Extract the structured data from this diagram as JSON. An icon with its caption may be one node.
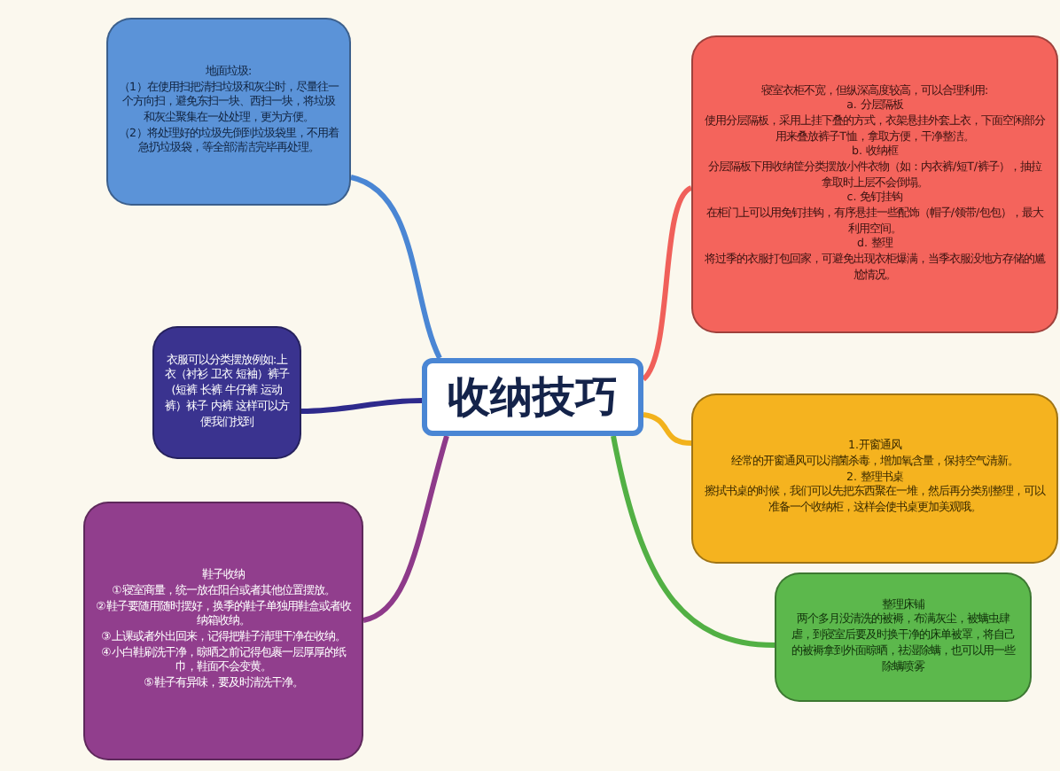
{
  "diagram": {
    "nodes": [
      {
        "text": [
          "收纳技巧"
        ]
      },
      {
        "text": [
          "地面垃圾:",
          "（1）在使用扫把清扫垃圾和灰尘时，尽量往一个方向扫，避免东扫一块、西扫一块，将垃圾和灰尘聚集在一处处理，更为方便。",
          "（2）将处理好的垃圾先倒到垃圾袋里，不用着急扔垃圾袋，等全部清洁完毕再处理。"
        ]
      },
      {
        "text": [
          "寝室衣柜不宽，但纵深高度较高，可以合理利用:",
          "a. 分层隔板",
          "使用分层隔板，采用上挂下叠的方式，衣架悬挂外套上衣，下面空闲部分用来叠放裤子T恤，拿取方便，干净整洁。",
          "b. 收纳框",
          "分层隔板下用收纳筐分类摆放小件衣物（如：内衣裤/短T/裤子），抽拉拿取时上层不会倒塌。",
          "c. 免钉挂钩",
          "在柜门上可以用免钉挂钩，有序悬挂一些配饰（帽子/领带/包包），最大利用空间。",
          "d. 整理",
          "将过季的衣服打包回家，可避免出现衣柜爆满，当季衣服没地方存储的尴尬情况。"
        ]
      },
      {
        "text": [
          "衣服可以分类摆放例如:上衣（衬衫 卫衣 短袖）裤子(短裤 长裤 牛仔裤 运动裤）袜子 内裤 这样可以方便我们找到"
        ]
      },
      {
        "text": [
          "1.开窗通风",
          "经常的开窗通风可以消菌杀毒，增加氧含量，保持空气清新。",
          "2. 整理书桌",
          "擦拭书桌的时候，我们可以先把东西聚在一堆，然后再分类别整理，可以准备一个收纳柜，这样会使书桌更加美观哦。"
        ]
      },
      {
        "text": [
          "鞋子收纳",
          "①寝室商量，统一放在阳台或者其他位置摆放。",
          "②鞋子要随用随时摆好，换季的鞋子单独用鞋盒或者收纳箱收纳。",
          "③上课或者外出回来，记得把鞋子清理干净在收纳。",
          "④小白鞋刷洗干净，晾晒之前记得包裹一层厚厚的纸巾，鞋面不会变黄。",
          "⑤鞋子有异味，要及时清洗干净。"
        ]
      },
      {
        "text": [
          "整理床铺",
          "两个多月没清洗的被褥，布满灰尘，被螨虫肆虐，到寝室后要及时换干净的床单被罩，将自己的被褥拿到外面晾晒，祛湿除螨，也可以用一些除螨喷雾"
        ]
      }
    ],
    "edges": [
      {
        "from": 0,
        "to": 1,
        "arrow": "none",
        "color": "#4a86d4"
      },
      {
        "from": 0,
        "to": 2,
        "arrow": "none",
        "color": "#f0605a"
      },
      {
        "from": 0,
        "to": 3,
        "arrow": "none",
        "color": "#2e2a8c"
      },
      {
        "from": 0,
        "to": 4,
        "arrow": "none",
        "color": "#f2b21c"
      },
      {
        "from": 0,
        "to": 5,
        "arrow": "none",
        "color": "#8e3a8a"
      },
      {
        "from": 0,
        "to": 6,
        "arrow": "none",
        "color": "#52b044"
      }
    ]
  }
}
